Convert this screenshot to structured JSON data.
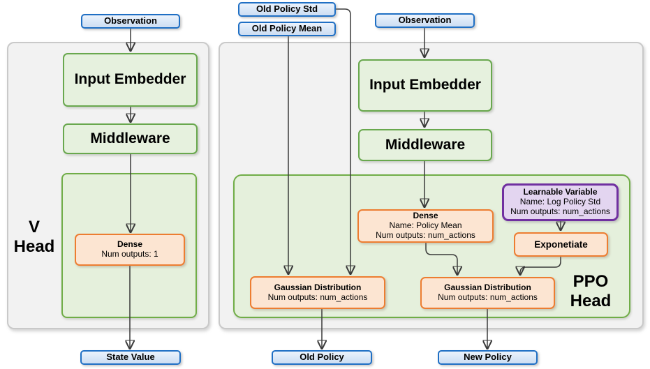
{
  "diagram": {
    "v_head": {
      "label_line1": "V",
      "label_line2": "Head",
      "observation": "Observation",
      "input_embedder": "Input Embedder",
      "middleware": "Middleware",
      "dense": {
        "title": "Dense",
        "line1": "Num outputs: 1"
      },
      "output": "State Value"
    },
    "ppo_head": {
      "label_line1": "PPO",
      "label_line2": "Head",
      "old_policy_std": "Old Policy Std",
      "old_policy_mean": "Old Policy Mean",
      "observation": "Observation",
      "input_embedder": "Input Embedder",
      "middleware": "Middleware",
      "dense": {
        "title": "Dense",
        "line1": "Name: Policy Mean",
        "line2": "Num outputs: num_actions"
      },
      "learnable_variable": {
        "title": "Learnable Variable",
        "line1": "Name: Log Policy Std",
        "line2": "Num outputs: num_actions"
      },
      "exponetiate": "Exponetiate",
      "gaussian_distribution_old": {
        "title": "Gaussian Distribution",
        "line1": "Num outputs: num_actions"
      },
      "gaussian_distribution_new": {
        "title": "Gaussian Distribution",
        "line1": "Num outputs: num_actions"
      },
      "old_policy_output": "Old Policy",
      "new_policy_output": "New Policy"
    },
    "colors": {
      "blue_border": "#1f6fc4",
      "blue_fill": "#dce9f8",
      "green_border": "#70ad47",
      "green_fill": "#e5f1dd",
      "orange_border": "#ed7d31",
      "orange_fill": "#fce5d2",
      "purple_border": "#7030a0",
      "purple_fill": "#e3d5f0",
      "panel_fill": "#f2f2f2",
      "panel_border": "#c9c9c9",
      "arrow": "#1a1a1a"
    }
  }
}
